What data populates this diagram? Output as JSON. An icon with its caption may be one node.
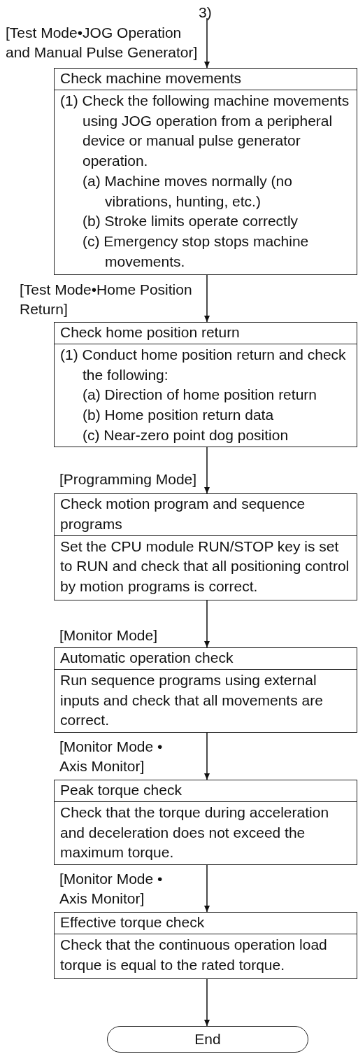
{
  "diagram": {
    "nodes": [
      {
        "text": [
          "3)"
        ]
      },
      {
        "text": [
          "Check machine movements",
          "(1) Check the following machine movements using JOG operation from a peripheral device or manual pulse generator operation.",
          "(a) Machine moves normally (no vibrations, hunting, etc.)",
          "(b) Stroke limits operate correctly",
          "(c) Emergency stop stops machine movements."
        ]
      },
      {
        "text": [
          "Check home position return",
          "(1) Conduct home position return and check the following:",
          "(a) Direction of home position return",
          "(b) Home position return data",
          "(c) Near-zero point dog position"
        ]
      },
      {
        "text": [
          "Check motion program and sequence programs",
          "Set the CPU module RUN/STOP key is set to RUN and check that all positioning control by motion programs is correct."
        ]
      },
      {
        "text": [
          "Automatic operation check",
          "Run sequence programs using external inputs and check that all movements are correct."
        ]
      },
      {
        "text": [
          "Peak torque check",
          "Check that the torque during acceleration and deceleration does not exceed the maximum torque."
        ]
      },
      {
        "text": [
          "Effective torque check",
          "Check that the continuous operation load torque is equal to the rated torque."
        ]
      },
      {
        "text": [
          "End"
        ]
      }
    ],
    "edges": [
      {
        "from": 0,
        "to": 1,
        "arrow": "to",
        "label": "[Test Mode•JOG Operation and Manual Pulse Generator]"
      },
      {
        "from": 1,
        "to": 2,
        "arrow": "to",
        "label": "[Test Mode•Home Position Return]"
      },
      {
        "from": 2,
        "to": 3,
        "arrow": "to",
        "label": "[Programming Mode]"
      },
      {
        "from": 3,
        "to": 4,
        "arrow": "to",
        "label": "[Monitor Mode]"
      },
      {
        "from": 4,
        "to": 5,
        "arrow": "to",
        "label": "[Monitor Mode • Axis Monitor]"
      },
      {
        "from": 5,
        "to": 6,
        "arrow": "to",
        "label": "[Monitor Mode • Axis Monitor]"
      },
      {
        "from": 6,
        "to": 7,
        "arrow": "to"
      }
    ]
  }
}
